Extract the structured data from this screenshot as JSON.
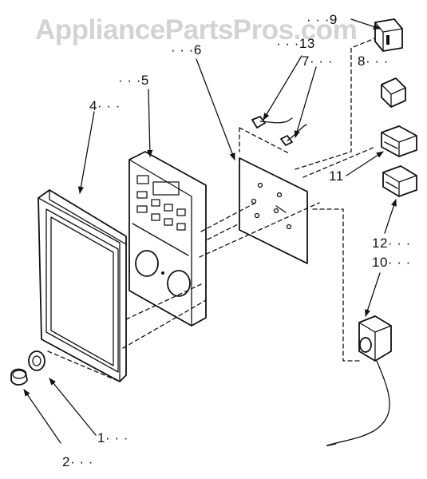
{
  "watermark": "AppliancePartsPros.com",
  "callouts": {
    "p1": "1· · ·",
    "p2": "2· · ·",
    "p4": "4· · ·",
    "p5": "· · ·5",
    "p6": "· · ·6",
    "p7": "7· · ·",
    "p8": "8· · ·",
    "p9": "· · ·9",
    "p10": "10· · ·",
    "p11": "11",
    "p12": "12· · ·",
    "p13": "· · ·13"
  }
}
